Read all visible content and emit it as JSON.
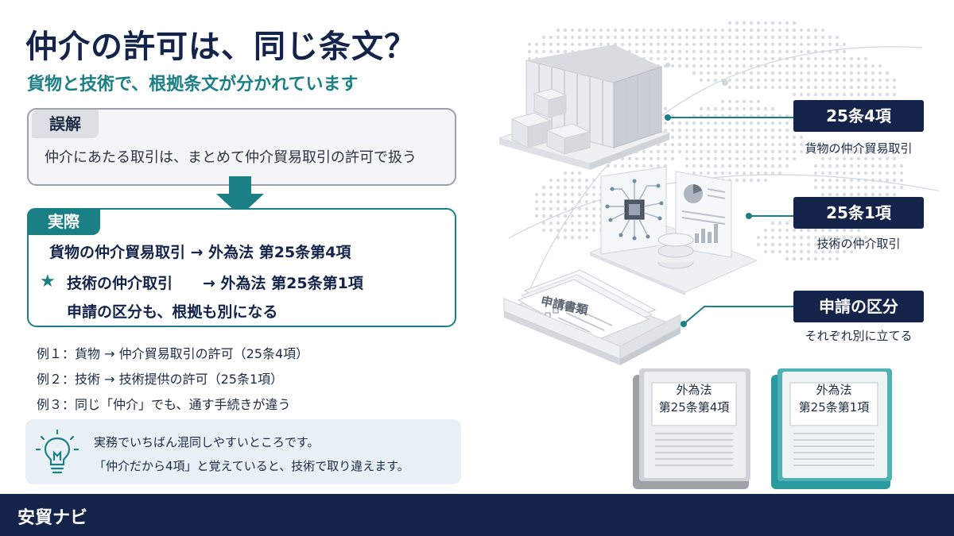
{
  "header": {
    "title": "仲介の許可は、同じ条文？",
    "subtitle": "貨物と技術で、根拠条文が分かれています"
  },
  "misconception": {
    "tag": "誤解",
    "text": "仲介にあたる取引は、まとめて仲介貿易取引の許可で扱う"
  },
  "reality": {
    "tag": "実際",
    "lines": [
      "貨物の仲介貿易取引 → 外為法 第25条第4項",
      "技術の仲介取引　　→ 外為法 第25条第1項",
      "申請の区分も、根拠も別になる"
    ],
    "star": "★"
  },
  "examples": [
    "例１：貨物 → 仲介貿易取引の許可（25条4項）",
    "例２：技術 → 技術提供の許可（25条1項）",
    "例３：同じ「仲介」でも、通す手続きが違う"
  ],
  "tip": {
    "icon": "lightbulb-icon",
    "lines": [
      "実務でいちばん混同しやすいところです。",
      "「仲介だから4項」と覚えていると、技術で取り違えます。"
    ]
  },
  "callouts": [
    {
      "label": "25条4項",
      "sub": "貨物の仲介貿易取引"
    },
    {
      "label": "25条1項",
      "sub": "技術の仲介取引"
    },
    {
      "label": "申請の区分",
      "sub": "それぞれ別に立てる"
    }
  ],
  "tray": {
    "title": "申請書類"
  },
  "books": [
    {
      "line1": "外為法",
      "line2": "第25条第4項"
    },
    {
      "line1": "外為法",
      "line2": "第25条第1項"
    }
  ],
  "footer": {
    "brand": "安貿ナビ"
  },
  "colors": {
    "navy": "#14234a",
    "teal": "#1b7f86",
    "gray_border": "#9aa1aa",
    "tip_bg": "#e9f1f7"
  }
}
